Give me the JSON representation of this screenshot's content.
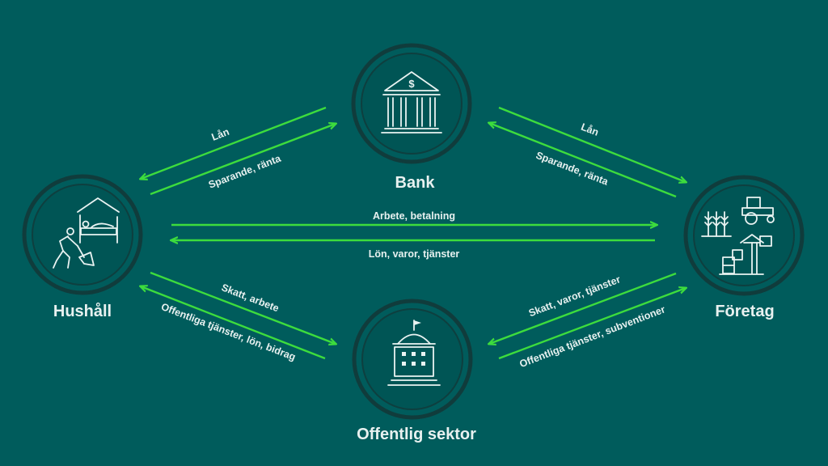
{
  "nodes": {
    "bank": "Bank",
    "hushall": "Hushåll",
    "foretag": "Företag",
    "offentlig": "Offentlig sektor"
  },
  "flows": {
    "bank_hushall_lan": "Lån",
    "bank_hushall_sparande": "Sparande, ränta",
    "bank_foretag_lan": "Lån",
    "bank_foretag_sparande": "Sparande, ränta",
    "hushall_foretag_arbete": "Arbete, betalning",
    "foretag_hushall_lon": "Lön, varor, tjänster",
    "hushall_offentlig_skatt": "Skatt, arbete",
    "offentlig_hushall_tjanster": "Offentliga tjänster, lön, bidrag",
    "foretag_offentlig_skatt": "Skatt, varor, tjänster",
    "offentlig_foretag_tjanster": "Offentliga tjänster, subventioner"
  },
  "colors": {
    "background": "#005c5c",
    "arrow": "#3ddc3d",
    "text": "#e8f1f0"
  },
  "icons": {
    "bank": "bank-building-icon",
    "hushall": "worker-and-bed-icon",
    "foretag": "farm-and-industry-icon",
    "offentlig": "government-building-icon"
  }
}
